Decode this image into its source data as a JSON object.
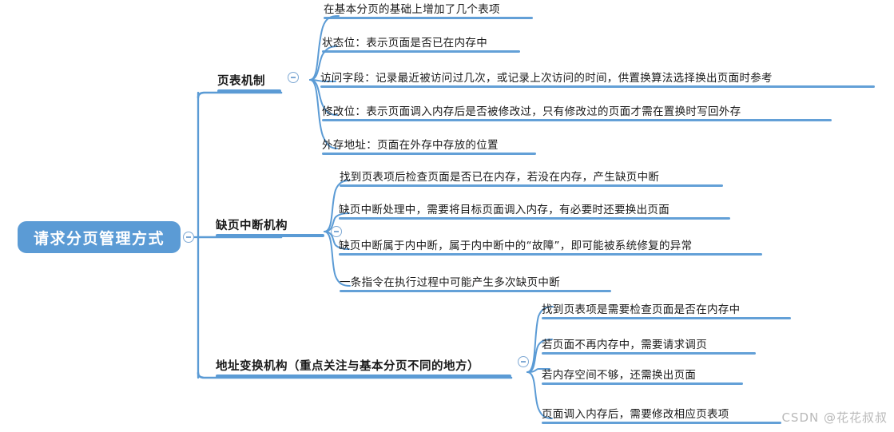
{
  "colors": {
    "accent": "#5B9BD5",
    "root_fill": "#5B9BD5",
    "root_text": "#FFFFFF",
    "text": "#1A1A1A",
    "toggle_stroke": "#7FA9D4",
    "watermark": "#B9B9B9",
    "background": "#FFFFFF"
  },
  "mindmap": {
    "root": {
      "label": "请求分页管理方式",
      "toggle_icon": "collapse-minus-icon"
    },
    "branches": [
      {
        "label": "页表机制",
        "toggle_icon": "collapse-minus-icon",
        "children": [
          {
            "label": "在基本分页的基础上增加了几个表项"
          },
          {
            "label": "状态位：表示页面是否已在内存中"
          },
          {
            "label": "访问字段：记录最近被访问过几次，或记录上次访问的时间，供置换算法选择换出页面时参考"
          },
          {
            "label": "修改位：表示页面调入内存后是否被修改过，只有修改过的页面才需在置换时写回外存"
          },
          {
            "label": "外存地址：页面在外存中存放的位置"
          }
        ]
      },
      {
        "label": "缺页中断机构",
        "toggle_icon": "collapse-minus-icon",
        "children": [
          {
            "label": "找到页表项后检查页面是否已在内存，若没在内存，产生缺页中断"
          },
          {
            "label": "缺页中断处理中，需要将目标页面调入内存，有必要时还要换出页面"
          },
          {
            "label": "缺页中断属于内中断，属于内中断中的“故障”，即可能被系统修复的异常"
          },
          {
            "label": "一条指令在执行过程中可能产生多次缺页中断"
          }
        ]
      },
      {
        "label": "地址变换机构（重点关注与基本分页不同的地方）",
        "toggle_icon": "collapse-minus-icon",
        "children": [
          {
            "label": "找到页表项是需要检查页面是否在内存中"
          },
          {
            "label": "若页面不再内存中，需要请求调页"
          },
          {
            "label": "若内存空间不够，还需换出页面"
          },
          {
            "label": "页面调入内存后，需要修改相应页表项"
          }
        ]
      }
    ]
  },
  "watermark": {
    "text": "CSDN @花花叔叔"
  }
}
